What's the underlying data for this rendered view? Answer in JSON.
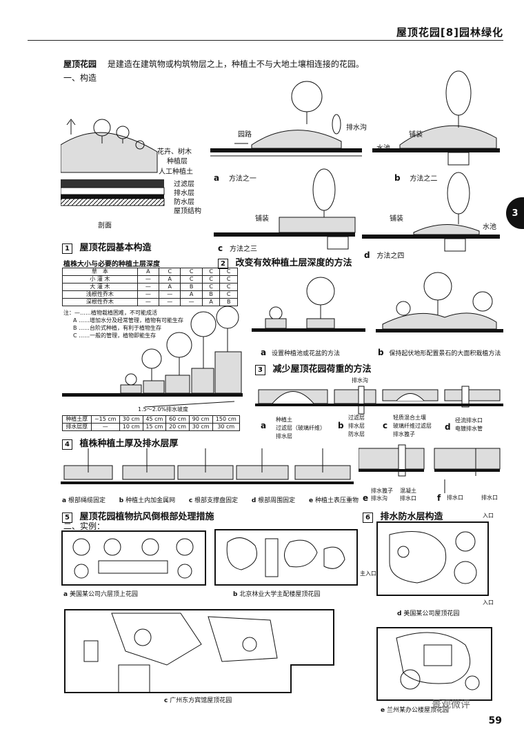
{
  "header": {
    "title": "屋顶花园[8]园林绿化"
  },
  "side_tab": "3",
  "intro": {
    "term": "屋顶花园",
    "text": "是建造在建筑物或构筑物层之上，种植土不与大地土壤相连接的花园。"
  },
  "part1": "一、构造",
  "section_labels": {
    "flowers": "花卉、树木",
    "plant_layer": "种植层",
    "artificial_soil": "人工种植土",
    "filter": "过滤层",
    "drain": "排水层",
    "waterproof": "防水层",
    "roof": "屋顶结构",
    "section": "剖面",
    "garden_path": "园路",
    "drain_ditch": "排水沟",
    "paving": "铺装",
    "pool": "水池",
    "paving2": "铺装",
    "paving3": "铺装",
    "pool2": "水池"
  },
  "methods": {
    "a": "a",
    "a_text": "方法之一",
    "b": "b",
    "b_text": "方法之二",
    "c": "c",
    "c_text": "方法之三",
    "d": "d",
    "d_text": "方法之四"
  },
  "sec1": {
    "num": "1",
    "title": "屋顶花园基本构造"
  },
  "sec2": {
    "num": "2",
    "title": "改变有效种植土层深度的方法"
  },
  "sec3": {
    "num": "3",
    "title": "减少屋顶花园荷重的方法"
  },
  "sec4": {
    "num": "4",
    "title": "植株种植土厚及排水层厚"
  },
  "sec5": {
    "num": "5",
    "title": "屋顶花园植物抗风倒根部处理措施"
  },
  "sec6": {
    "num": "6",
    "title": "排水防水层构造"
  },
  "depth_table": {
    "title": "植株大小与必要的种植土层深度",
    "rows": [
      [
        "草　本",
        "A",
        "C",
        "C",
        "C",
        "C"
      ],
      [
        "小 灌 木",
        "—",
        "A",
        "C",
        "C",
        "C"
      ],
      [
        "大 灌 木",
        "—",
        "A",
        "B",
        "C",
        "C"
      ],
      [
        "浅根性乔木",
        "—",
        "—",
        "A",
        "B",
        "C"
      ],
      [
        "深根性乔木",
        "—",
        "—",
        "—",
        "A",
        "B"
      ]
    ],
    "notes": [
      "注：—……植物栽植困难，不可能成活",
      "A ……增加水分及经常管理，植物有可能生存",
      "B ……台阶式种植，有利于植物生存",
      "C ……一般的管理，植物即能生存"
    ],
    "slope": "1.5～2.0%排水坡度",
    "soil_label": "种植土厚",
    "soil": [
      "~15 cm",
      "30 cm",
      "45 cm",
      "60 cm",
      "90 cm",
      "150 cm"
    ],
    "drain_label": "排水层厚",
    "drain": [
      "—",
      "10 cm",
      "15 cm",
      "20 cm",
      "30 cm",
      "30 cm"
    ]
  },
  "sec2_caps": {
    "a": "a",
    "a_text": "设置种植池或花盆的方法",
    "b": "b",
    "b_text": "保持起伏地形配置景石的大面积栽植方法"
  },
  "sec3_labels": {
    "drain_ditch": "排水沟",
    "a": "a",
    "soil": "种植土",
    "filter": "过滤层（玻璃纤维）",
    "drain": "排水层",
    "b": "b",
    "b_filter": "过滤层",
    "b_drain": "排水层",
    "b_waterproof": "防水层",
    "c": "c",
    "c_light_soil": "轻质混合土壤",
    "c_glass_filter": "玻璃纤维过滤层",
    "c_drain_box": "排水篦子",
    "d": "d",
    "d_drain_hole": "径流排水口",
    "d_pipe": "电镀排水管",
    "e": "e",
    "e_drain_box": "排水篦子",
    "e_drain_ditch": "排水沟",
    "e_concrete": "混凝土",
    "e_drain_hole": "排水口",
    "f": "f",
    "f_hole1": "排水口",
    "f_hole2": "排水口"
  },
  "sec4_caps": [
    {
      "letter": "a",
      "text": "根部绳缆固定"
    },
    {
      "letter": "b",
      "text": "种植土内加金属网"
    },
    {
      "letter": "c",
      "text": "根部支撑盘固定"
    },
    {
      "letter": "d",
      "text": "根部周围固定"
    },
    {
      "letter": "e",
      "text": "种植土表压重物"
    }
  ],
  "part2": "二、实例：",
  "examples": {
    "a": "a",
    "a_text": "美国某公司六层顶上花园",
    "b": "b",
    "b_text": "北京林业大学主配楼屋顶花园",
    "c": "c",
    "c_text": "广州东方宾馆屋顶花园",
    "d": "d",
    "d_text": "美国某公司屋顶花园",
    "e": "e",
    "e_text": "兰州某办公楼屋顶花园",
    "entrance_top": "入口",
    "entrance_main": "主入口",
    "entrance_bottom": "入口"
  },
  "watermark": "景观微评",
  "page_number": "59"
}
